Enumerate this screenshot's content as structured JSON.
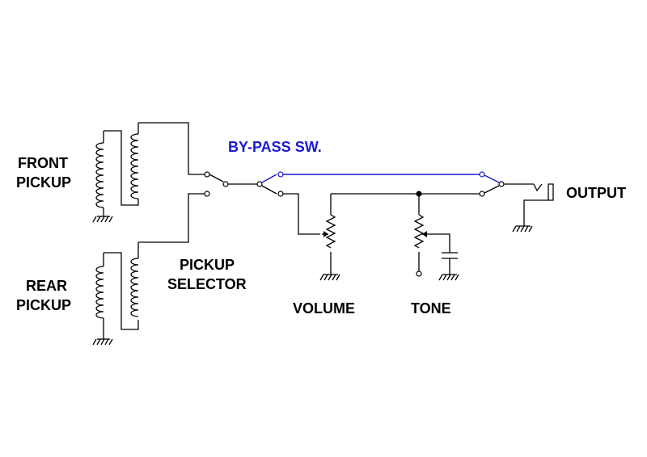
{
  "labels": {
    "front_pickup_line1": "FRONT",
    "front_pickup_line2": "PICKUP",
    "rear_pickup_line1": "REAR",
    "rear_pickup_line2": "PICKUP",
    "pickup_selector_line1": "PICKUP",
    "pickup_selector_line2": "SELECTOR",
    "bypass_switch": "BY-PASS SW.",
    "volume": "VOLUME",
    "tone": "TONE",
    "output": "OUTPUT"
  },
  "colors": {
    "wire": "#000000",
    "bypass": "#1a1ad6"
  }
}
